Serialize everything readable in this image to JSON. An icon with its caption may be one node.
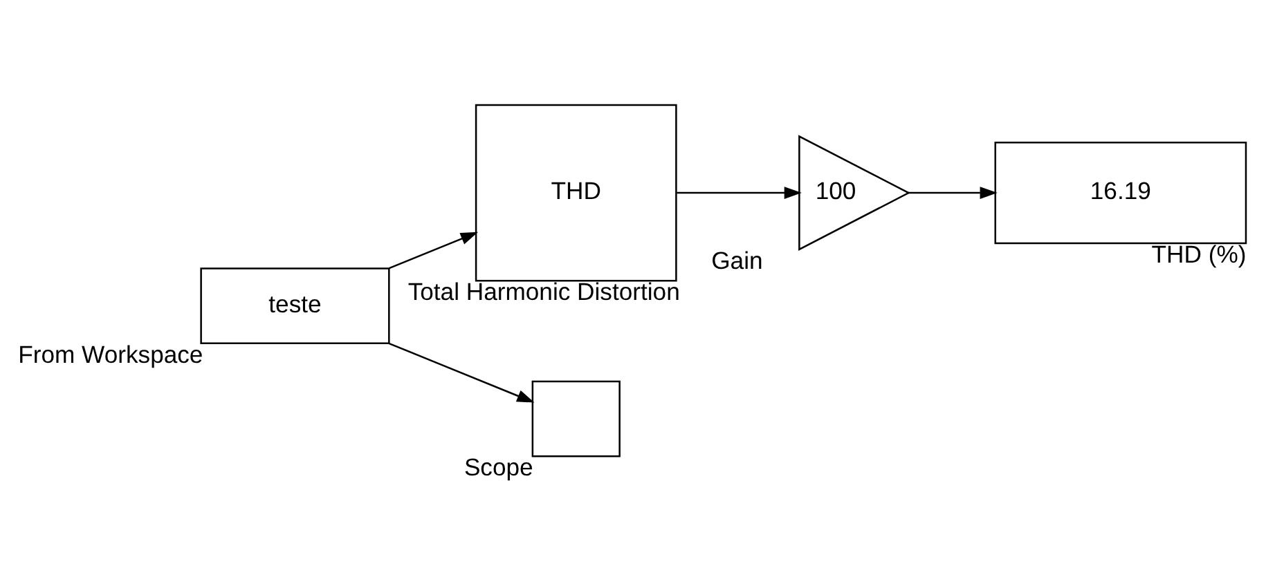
{
  "diagram": {
    "nodes": [
      {
        "text": [
          "teste"
        ],
        "beside": [
          "From Workspace"
        ]
      },
      {
        "text": [
          "THD"
        ],
        "beside": [
          "Total Harmonic Distortion"
        ]
      },
      {
        "text": [
          "100"
        ],
        "beside": [
          "Gain"
        ]
      },
      {
        "text": [
          "16.19"
        ],
        "beside": [
          "THD (%)"
        ]
      },
      {
        "text": [],
        "shape": "box",
        "beside": [
          "Scope"
        ]
      }
    ],
    "edges": [
      {
        "from": 0,
        "to": 1,
        "arrow": "to"
      },
      {
        "from": 0,
        "to": 4,
        "arrow": "to"
      },
      {
        "from": 1,
        "to": 2,
        "arrow": "to"
      },
      {
        "from": 2,
        "to": 3,
        "arrow": "to"
      }
    ]
  }
}
